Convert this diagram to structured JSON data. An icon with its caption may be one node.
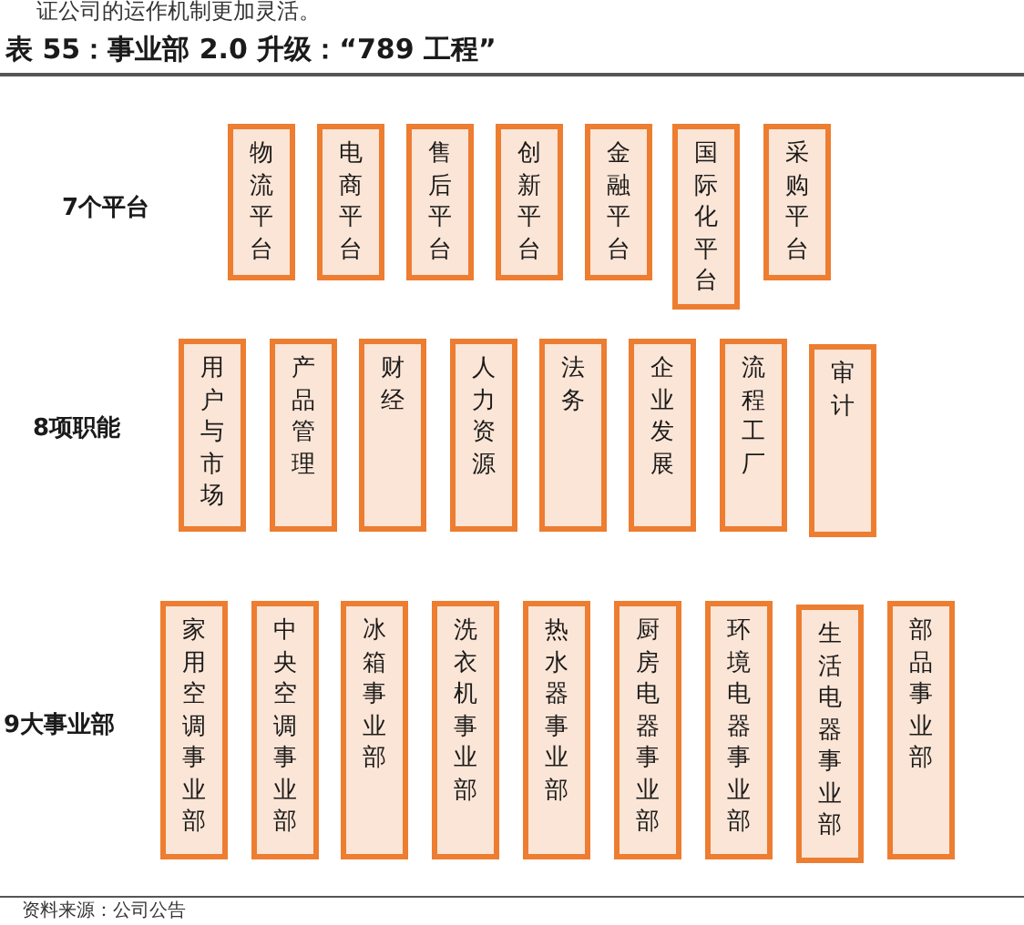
{
  "diagram": {
    "title": "表 55：事业部 2.0 升级：“789 工程”",
    "caption": "资料来源：公司公告",
    "nodes": [
      {
        "text": [
          "物流平台"
        ]
      },
      {
        "text": [
          "电商平台"
        ]
      },
      {
        "text": [
          "售后平台"
        ]
      },
      {
        "text": [
          "创新平台"
        ]
      },
      {
        "text": [
          "金融平台"
        ]
      },
      {
        "text": [
          "国际化平台"
        ]
      },
      {
        "text": [
          "采购平台"
        ]
      },
      {
        "text": [
          "用户与市场"
        ]
      },
      {
        "text": [
          "产品管理"
        ]
      },
      {
        "text": [
          "财经"
        ]
      },
      {
        "text": [
          "人力资源"
        ]
      },
      {
        "text": [
          "法务"
        ]
      },
      {
        "text": [
          "企业发展"
        ]
      },
      {
        "text": [
          "流程工厂"
        ]
      },
      {
        "text": [
          "审计"
        ]
      },
      {
        "text": [
          "家用空调事业部"
        ]
      },
      {
        "text": [
          "中央空调事业部"
        ]
      },
      {
        "text": [
          "冰箱事业部"
        ]
      },
      {
        "text": [
          "洗衣机事业部"
        ]
      },
      {
        "text": [
          "热水器事业部"
        ]
      },
      {
        "text": [
          "厨房电器事业部"
        ]
      },
      {
        "text": [
          "环境电器事业部"
        ]
      },
      {
        "text": [
          "生活电器事业部"
        ]
      },
      {
        "text": [
          "部品事业部"
        ]
      }
    ],
    "labels": [
      "证公司的运作机制更加灵活。",
      "7个平台",
      "8项职能",
      "9大事业部"
    ]
  }
}
